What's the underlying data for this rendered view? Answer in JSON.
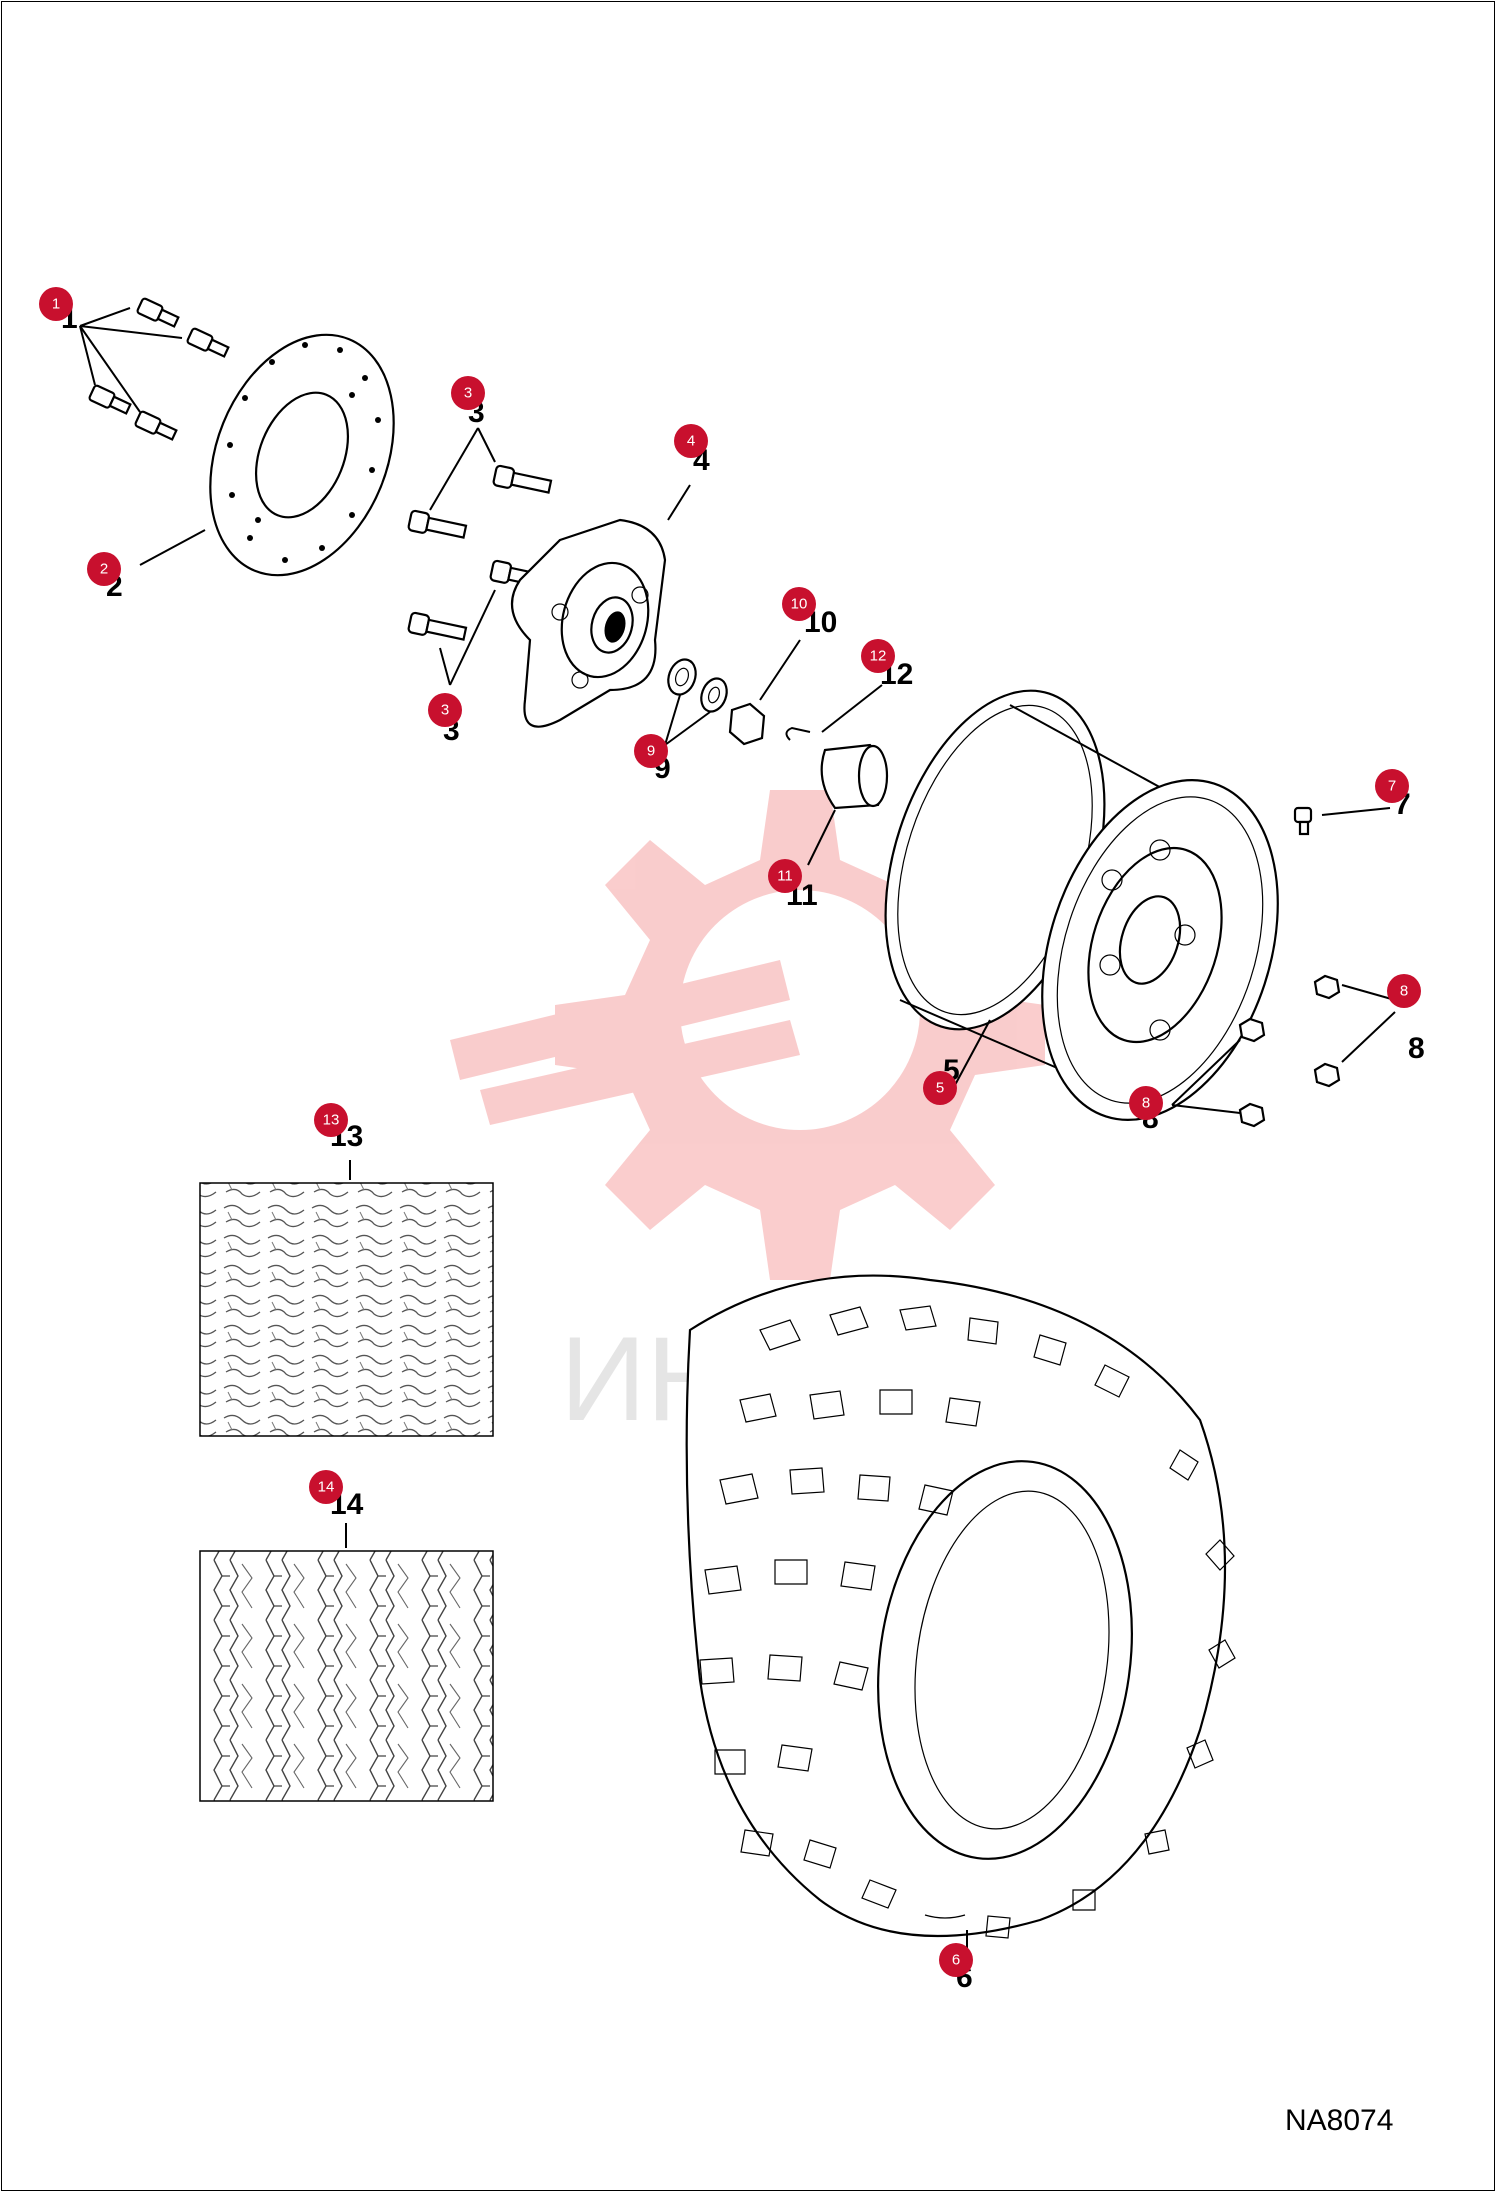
{
  "diagram": {
    "code": "NA8074",
    "watermark": "ИНТЕХ",
    "colors": {
      "callout": "#c8102e",
      "watermark": "#f07070",
      "line": "#000000"
    },
    "callouts": [
      {
        "id": "c1",
        "number": "1"
      },
      {
        "id": "c2",
        "number": "2"
      },
      {
        "id": "c3a",
        "number": "3"
      },
      {
        "id": "c3b",
        "number": "3"
      },
      {
        "id": "c4",
        "number": "4"
      },
      {
        "id": "c5",
        "number": "5"
      },
      {
        "id": "c6",
        "number": "6"
      },
      {
        "id": "c7",
        "number": "7"
      },
      {
        "id": "c8a",
        "number": "8"
      },
      {
        "id": "c8b",
        "number": "8"
      },
      {
        "id": "c9",
        "number": "9"
      },
      {
        "id": "c10",
        "number": "10"
      },
      {
        "id": "c11",
        "number": "11"
      },
      {
        "id": "c12",
        "number": "12"
      },
      {
        "id": "c13",
        "number": "13"
      },
      {
        "id": "c14",
        "number": "14"
      }
    ]
  }
}
